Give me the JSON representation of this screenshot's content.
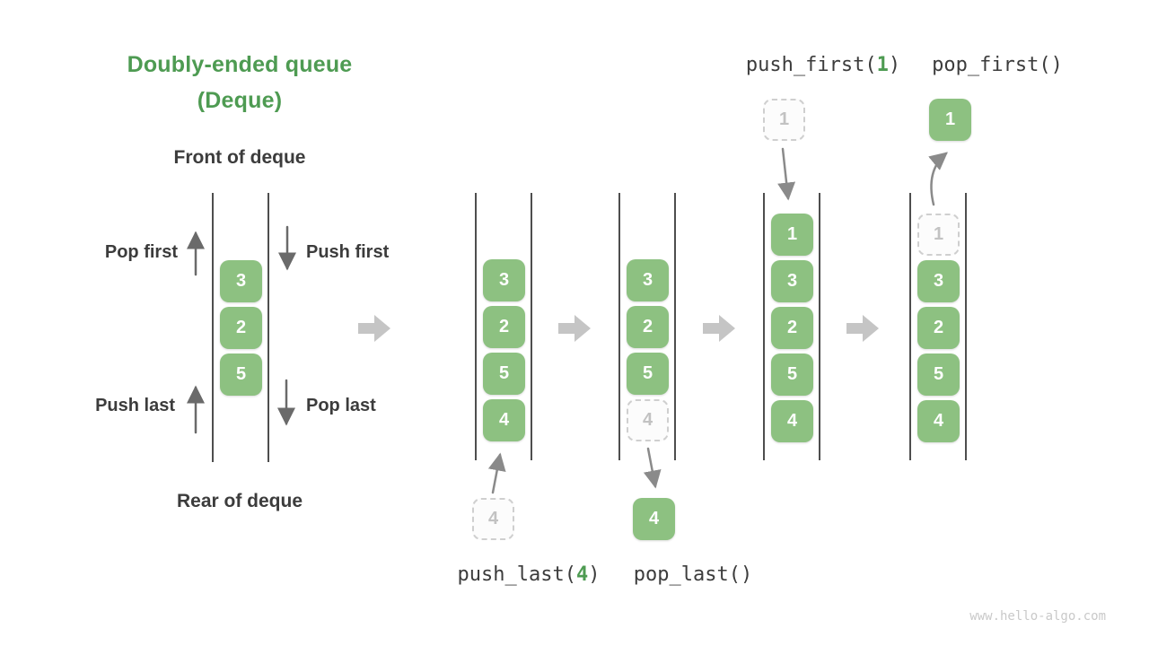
{
  "page": {
    "title_line1": "Doubly-ended queue",
    "title_line2": "(Deque)",
    "front_label": "Front of deque",
    "rear_label": "Rear of deque",
    "watermark": "www.hello-algo.com"
  },
  "intro": {
    "pop_first_label": "Pop first",
    "push_first_label": "Push first",
    "push_last_label": "Push last",
    "pop_last_label": "Pop last",
    "cells": [
      {
        "value": "3",
        "ghost": false
      },
      {
        "value": "2",
        "ghost": false
      },
      {
        "value": "5",
        "ghost": false
      }
    ]
  },
  "operations": {
    "push_last": {
      "prefix": "push_last(",
      "arg": "4",
      "suffix": ")"
    },
    "pop_last": {
      "text": "pop_last()"
    },
    "push_first": {
      "prefix": "push_first(",
      "arg": "1",
      "suffix": ")"
    },
    "pop_first": {
      "text": "pop_first()"
    }
  },
  "states": {
    "after_push_last": {
      "cells": [
        {
          "value": "3",
          "ghost": false
        },
        {
          "value": "2",
          "ghost": false
        },
        {
          "value": "5",
          "ghost": false
        },
        {
          "value": "4",
          "ghost": false
        }
      ],
      "incoming": {
        "value": "4",
        "ghost": true
      }
    },
    "during_pop_last": {
      "cells": [
        {
          "value": "3",
          "ghost": false
        },
        {
          "value": "2",
          "ghost": false
        },
        {
          "value": "5",
          "ghost": false
        },
        {
          "value": "4",
          "ghost": true
        }
      ],
      "outgoing": {
        "value": "4",
        "ghost": false
      }
    },
    "after_push_first": {
      "cells": [
        {
          "value": "1",
          "ghost": false
        },
        {
          "value": "3",
          "ghost": false
        },
        {
          "value": "2",
          "ghost": false
        },
        {
          "value": "5",
          "ghost": false
        },
        {
          "value": "4",
          "ghost": false
        }
      ],
      "incoming": {
        "value": "1",
        "ghost": true
      }
    },
    "during_pop_first": {
      "cells": [
        {
          "value": "1",
          "ghost": true
        },
        {
          "value": "3",
          "ghost": false
        },
        {
          "value": "2",
          "ghost": false
        },
        {
          "value": "5",
          "ghost": false
        },
        {
          "value": "4",
          "ghost": false
        }
      ],
      "outgoing": {
        "value": "1",
        "ghost": false
      }
    }
  },
  "colors": {
    "green_box": "#8DC181",
    "green_text": "#4E9B52",
    "dark_text": "#3C3C3C",
    "arrow_dark": "#6A6A6A",
    "arrow_mid": "#8A8A8A",
    "block_arrow": "#C5C5C5",
    "ghost_border": "#CFCFCF",
    "ghost_text": "#C2C2C2",
    "line_color": "#4E4E4E",
    "watermark": "#C9C9C9"
  }
}
